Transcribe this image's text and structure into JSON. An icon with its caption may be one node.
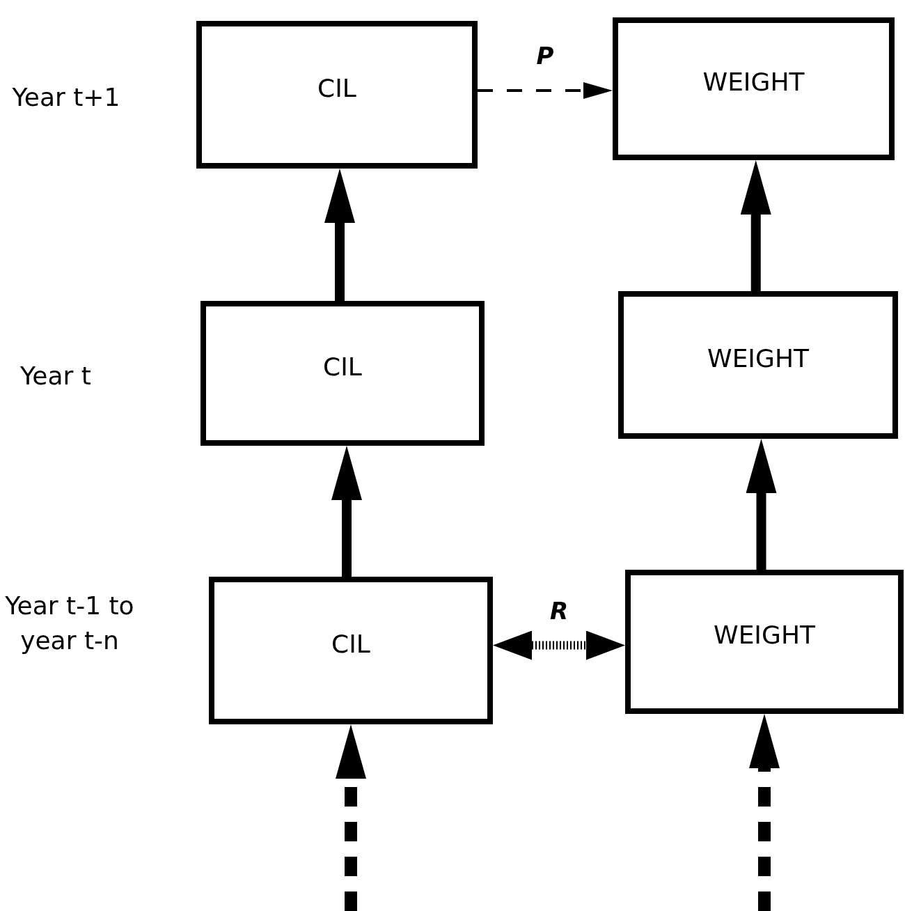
{
  "diagram": {
    "nodes": [
      {
        "text": [
          "CIL"
        ]
      },
      {
        "text": [
          "WEIGHT"
        ]
      },
      {
        "text": [
          "CIL"
        ]
      },
      {
        "text": [
          "WEIGHT"
        ]
      },
      {
        "text": [
          "CIL"
        ]
      },
      {
        "text": [
          "WEIGHT"
        ]
      }
    ],
    "edges": [
      {
        "from": 0,
        "to": 1,
        "arrow": "to",
        "label": "P",
        "style": "dashed"
      },
      {
        "from": 2,
        "to": 0,
        "arrow": "to"
      },
      {
        "from": 3,
        "to": 1,
        "arrow": "to"
      },
      {
        "from": 4,
        "to": 2,
        "arrow": "to"
      },
      {
        "from": 5,
        "to": 3,
        "arrow": "to"
      },
      {
        "from": 4,
        "to": 5,
        "arrow": "both",
        "label": "R",
        "style": "dashed"
      },
      {
        "from": null,
        "to": 4,
        "arrow": "to",
        "style": "dashed"
      },
      {
        "from": null,
        "to": 5,
        "arrow": "to",
        "style": "dashed"
      }
    ],
    "labels": [
      "Year t+1",
      "Year t",
      "Year t-1 to year t-n"
    ]
  }
}
